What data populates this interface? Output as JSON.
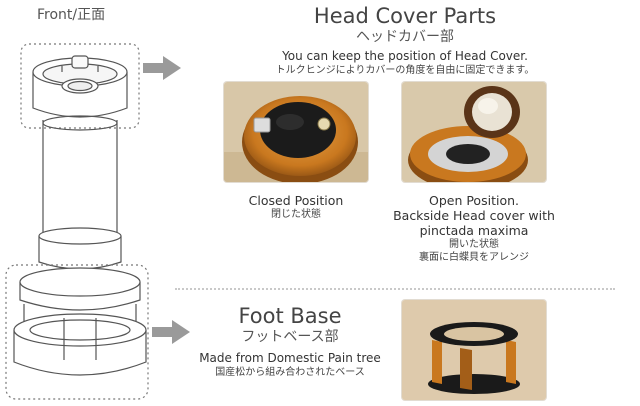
{
  "front_label": "Front/正面",
  "head": {
    "title": "Head Cover Parts",
    "subtitle": "ヘッドカバー部",
    "desc_en": "You can keep the position of Head Cover.",
    "desc_jp": "トルクヒンジによりカバーの角度を自由に固定できます。"
  },
  "closed": {
    "caption_en": "Closed Position",
    "caption_jp": "閉じた状態"
  },
  "open": {
    "caption_en_1": "Open Position.",
    "caption_en_2": "Backside Head cover with",
    "caption_en_3": "pinctada maxima",
    "caption_jp_1": "開いた状態",
    "caption_jp_2": "裏面に白蝶貝をアレンジ"
  },
  "foot": {
    "title": "Foot Base",
    "subtitle": "フットベース部",
    "desc_en": "Made from Domestic Pain tree",
    "desc_jp": "国産松から組み合わされたベース"
  },
  "colors": {
    "arrow": "#9a9a9a",
    "wood": "#c9781f",
    "background": "#ffffff"
  }
}
